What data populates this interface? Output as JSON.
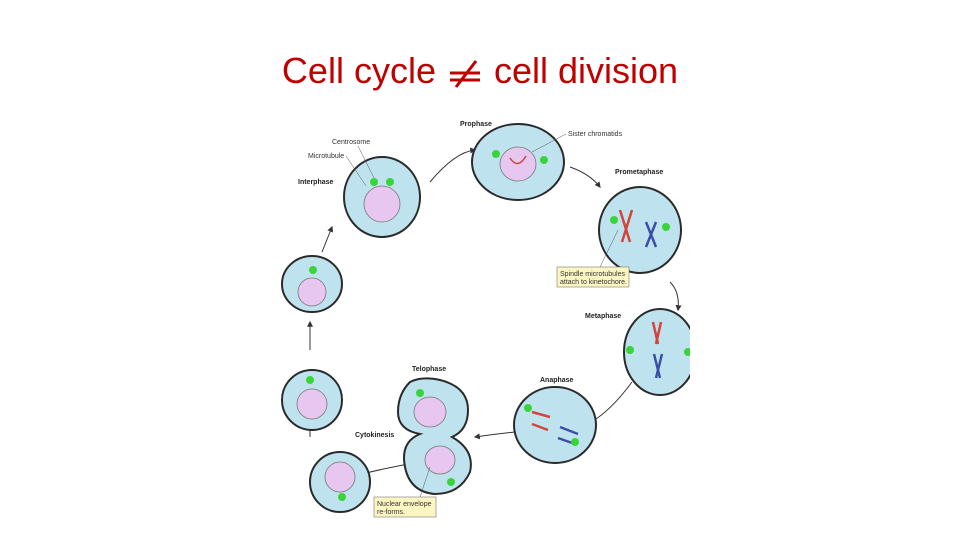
{
  "title": {
    "left": "Cell cycle",
    "right": "cell division",
    "symbol_color": "#c00000"
  },
  "labels": {
    "prophase": "Prophase",
    "sister_chromatids": "Sister chromatids",
    "centrosome": "Centrosome",
    "microtubule": "Microtubule",
    "interphase": "Interphase",
    "prometaphase": "Prometaphase",
    "spindle_note_1": "Spindle microtubules",
    "spindle_note_2": "attach to kinetochore.",
    "metaphase": "Metaphase",
    "telophase": "Telophase",
    "anaphase": "Anaphase",
    "cytokinesis": "Cytokinesis",
    "envelope_note_1": "Nuclear envelope",
    "envelope_note_2": "re-forms."
  },
  "colors": {
    "cell_fill": "#bfe3ee",
    "cell_stroke": "#2a2a2a",
    "nucleus": "#e7c6ef",
    "centrosome": "#39d439",
    "note_fill": "#fdf6c2",
    "chrom_red": "#d2453b",
    "chrom_blue": "#3c4fa8"
  }
}
